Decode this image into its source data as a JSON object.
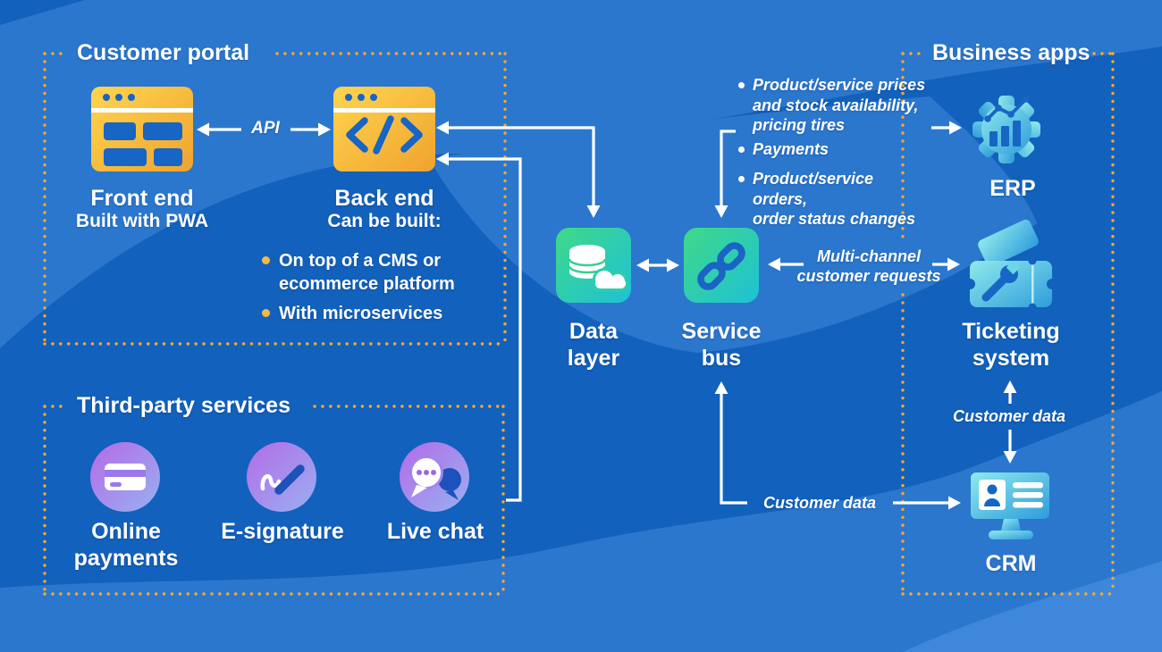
{
  "colors": {
    "background_base": "#1261BC",
    "background_wave": "#2B77CD",
    "background_wave_light": "#3F87DA",
    "dotted_border": "#F2A838",
    "arrow": "#FFFFFF",
    "bullet_dot_yellow": "#F7B844",
    "yellow_icon_gradient": [
      "#FFD54F",
      "#EFA32E"
    ],
    "green_icon_gradient": [
      "#3FD988",
      "#1EC1D6"
    ],
    "cyan_icon_gradient": [
      "#90EAEC",
      "#2D9CDB"
    ],
    "purple_icon_gradient": [
      "#B56AE6",
      "#97B1F2"
    ],
    "icon_detail_blue": "#1765C5"
  },
  "customer_portal": {
    "title": "Customer portal",
    "api_label": "API",
    "front_end": {
      "label": "Front end",
      "sublabel": "Built with PWA",
      "icon": "browser-window-icon"
    },
    "back_end": {
      "label": "Back end",
      "sublabel": "Can be built:",
      "icon": "code-window-icon",
      "bullets": [
        "On top of a CMS or\necommerce platform",
        "With microservices"
      ]
    }
  },
  "third_party": {
    "title": "Third-party services",
    "items": [
      {
        "label": "Online\npayments",
        "icon": "credit-card-icon"
      },
      {
        "label": "E-signature",
        "icon": "signature-pen-icon"
      },
      {
        "label": "Live chat",
        "icon": "chat-bubbles-icon"
      }
    ]
  },
  "middleware": {
    "data_layer": {
      "label": "Data\nlayer",
      "icon": "database-cloud-icon"
    },
    "service_bus": {
      "label": "Service\nbus",
      "icon": "chain-link-icon"
    }
  },
  "business_apps": {
    "title": "Business apps",
    "bullets": [
      "Product/service prices\nand stock availability,\npricing tires",
      "Payments",
      "Product/service orders,\norder status changes"
    ],
    "erp": {
      "label": "ERP",
      "icon": "gear-chart-icon"
    },
    "ticketing": {
      "label": "Ticketing\nsystem",
      "icon": "ticket-wrench-icon"
    },
    "crm": {
      "label": "CRM",
      "icon": "monitor-contact-icon"
    }
  },
  "annotations": {
    "multi_channel": "Multi-channel\ncustomer requests",
    "customer_data_ticketing_crm": "Customer data",
    "customer_data_service_bus_crm": "Customer data"
  }
}
